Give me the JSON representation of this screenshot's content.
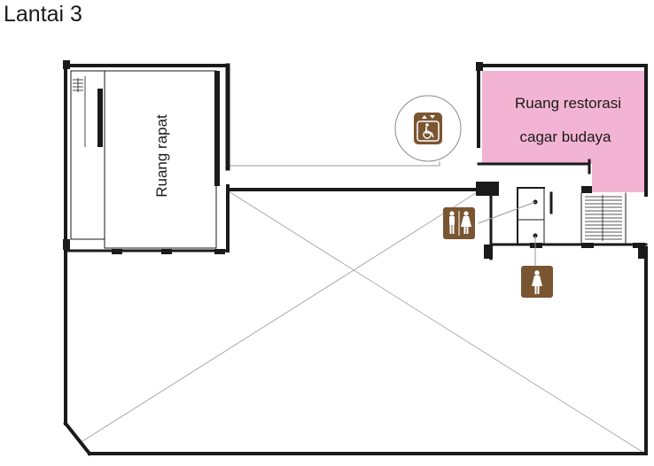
{
  "page": {
    "title": "Lantai 3"
  },
  "rooms": {
    "meeting_room": "Ruang rapat",
    "restoration_line1": "Ruang restorasi",
    "restoration_line2": "cagar budaya"
  },
  "colors": {
    "wall": "#1a1a1a",
    "restoration_fill": "#f3b4d3",
    "icon_bg": "#7a5531",
    "icon_fg": "#ffffff",
    "thin_line": "#9a9a9a"
  },
  "icons": {
    "elevator": "wheelchair-elevator-icon",
    "restroom_mixed": "male-female-restroom-icon",
    "restroom_female": "female-restroom-icon"
  }
}
